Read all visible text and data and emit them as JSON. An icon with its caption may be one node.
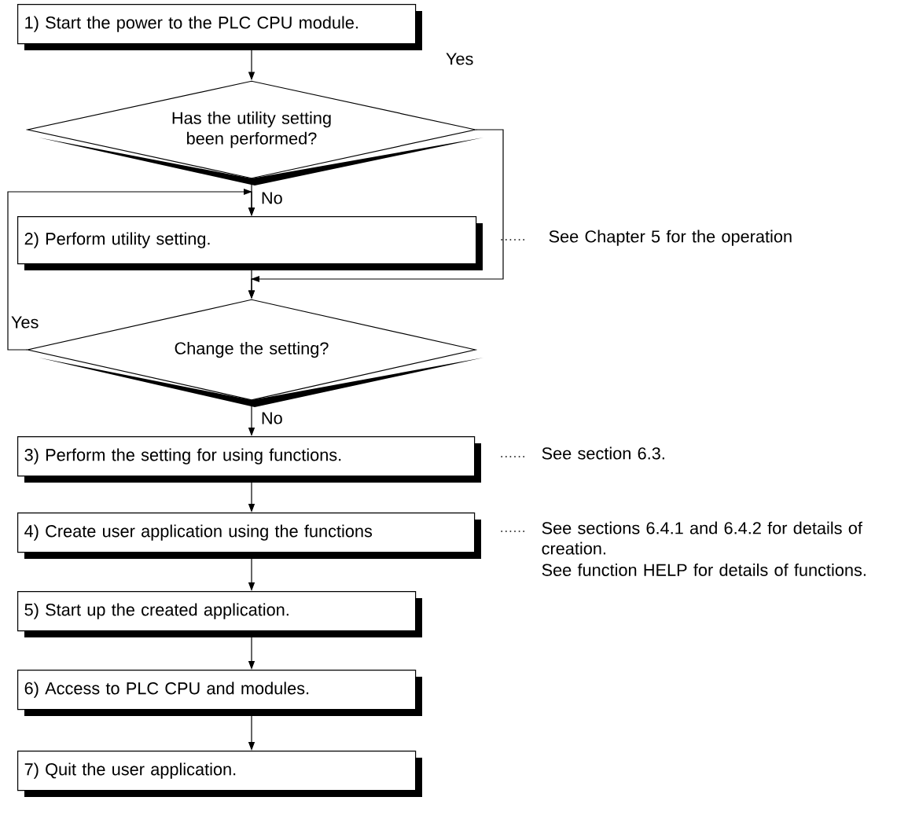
{
  "diagram": {
    "nodes": [
      {
        "text": [
          "1) Start the power to the PLC CPU module."
        ]
      },
      {
        "text": [
          "Has the utility setting been performed?"
        ]
      },
      {
        "text": [
          "2) Perform utility setting."
        ]
      },
      {
        "text": [
          "Change the setting?"
        ]
      },
      {
        "text": [
          "3) Perform the setting for using functions."
        ]
      },
      {
        "text": [
          "4) Create user application using the functions"
        ]
      },
      {
        "text": [
          "5) Start up the created application."
        ]
      },
      {
        "text": [
          "6) Access to PLC CPU and modules."
        ]
      },
      {
        "text": [
          "7) Quit the user application."
        ]
      },
      {
        "text": [
          "See Chapter 5 for the operation"
        ]
      },
      {
        "text": [
          "See section 6.3."
        ]
      },
      {
        "text": [
          "See sections 6.4.1 and 6.4.2 for details of creation.",
          "See function HELP for details of functions."
        ]
      }
    ],
    "edges": [
      {
        "from": 0,
        "to": 1,
        "arrow": "to"
      },
      {
        "from": 1,
        "to": 2,
        "arrow": "to",
        "label": "No"
      },
      {
        "from": 1,
        "to": 3,
        "arrow": "to",
        "label": "Yes"
      },
      {
        "from": 2,
        "to": 3,
        "arrow": "to"
      },
      {
        "from": 3,
        "to": 2,
        "arrow": "to",
        "label": "Yes"
      },
      {
        "from": 3,
        "to": 4,
        "arrow": "to",
        "label": "No"
      },
      {
        "from": 4,
        "to": 5,
        "arrow": "to"
      },
      {
        "from": 5,
        "to": 6,
        "arrow": "to"
      },
      {
        "from": 6,
        "to": 7,
        "arrow": "to"
      },
      {
        "from": 7,
        "to": 8,
        "arrow": "to"
      },
      {
        "from": 9,
        "to": 2,
        "arrow": "none",
        "style": "dashed"
      },
      {
        "from": 10,
        "to": 4,
        "arrow": "none",
        "style": "dashed"
      },
      {
        "from": 11,
        "to": 5,
        "arrow": "none",
        "style": "dashed"
      }
    ]
  }
}
